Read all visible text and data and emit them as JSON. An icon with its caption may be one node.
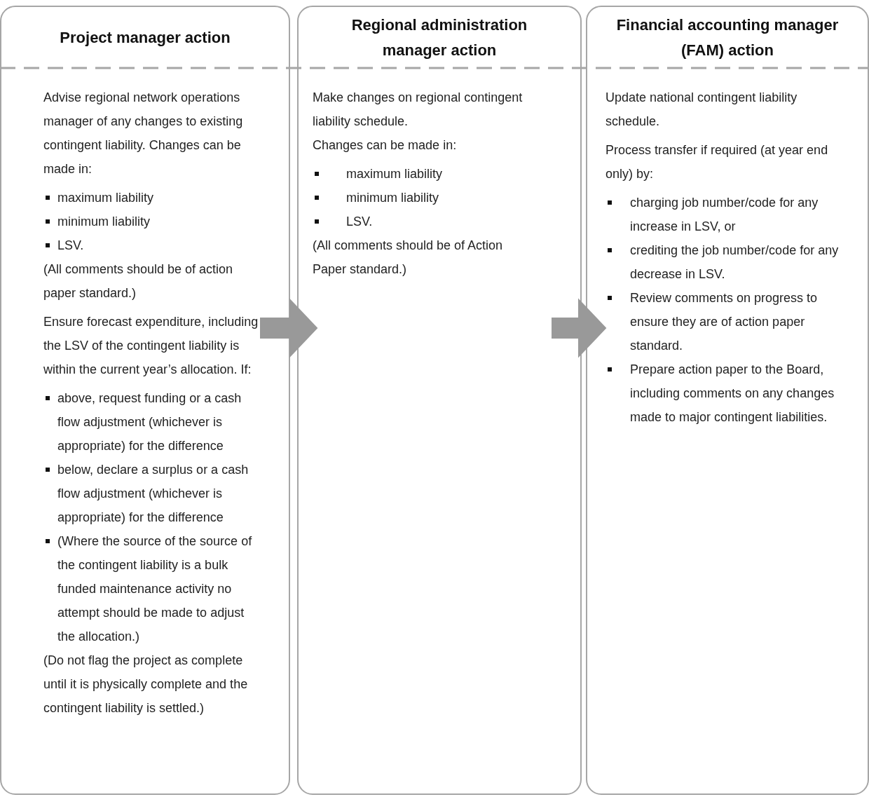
{
  "diagram": {
    "nodes": [
      {
        "text": [
          "Project manager action",
          "Advise regional network operations manager of any changes to existing contingent liability. Changes can be made in:",
          "maximum liability",
          "minimum liability",
          "LSV.",
          "(All comments should be of action paper standard.)",
          "Ensure forecast expenditure, including the LSV of the contingent liability is within the current year’s allocation. If:",
          "above, request funding or a cash flow adjustment (whichever is appropriate) for the difference",
          "below, declare a surplus or a cash flow adjustment (whichever is appropriate) for the difference",
          "(Where the source of the source of the contingent liability is a bulk funded maintenance activity no attempt should be made to adjust the allocation.)",
          "(Do not flag the project as complete until it is physically complete and the contingent liability is settled.)"
        ]
      },
      {
        "text": [
          "Regional administration manager action",
          "Make changes on regional contingent liability schedule.",
          "Changes can be made in:",
          "maximum liability",
          "minimum liability",
          "LSV.",
          "(All comments should be of Action Paper standard.)"
        ]
      },
      {
        "text": [
          "Financial accounting manager (FAM) action",
          "Update national contingent liability schedule.",
          "Process transfer if required (at year end only) by:",
          "charging job number/code for any increase in LSV, or",
          "crediting the job number/code for any decrease in LSV.",
          "Review comments on progress to ensure they are of action paper standard.",
          "Prepare action paper to the Board, including comments on any changes made to major contingent liabilities."
        ]
      }
    ],
    "edges": [
      {
        "from": 0,
        "to": 1,
        "arrow": "to",
        "style": "thick",
        "color": "#999999"
      },
      {
        "from": 1,
        "to": 2,
        "arrow": "to",
        "style": "thick",
        "color": "#999999"
      }
    ]
  }
}
